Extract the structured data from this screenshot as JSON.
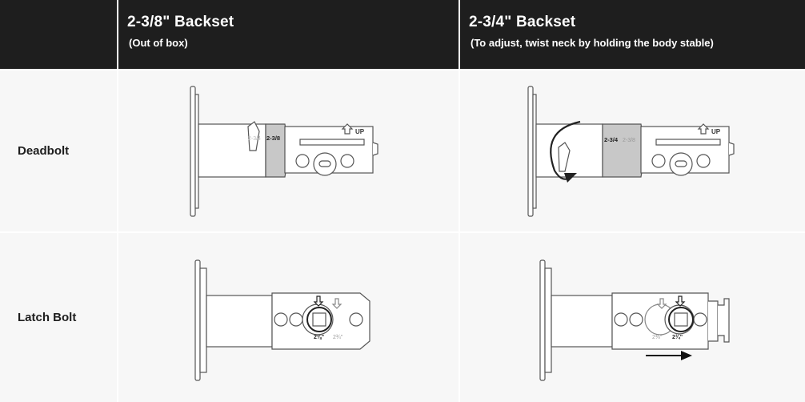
{
  "table": {
    "columns": [
      {
        "title": "2-3/8\" Backset",
        "subtitle": "(Out of box)"
      },
      {
        "title": "2-3/4\" Backset",
        "subtitle": "(To adjust, twist neck by holding the body stable)"
      }
    ],
    "rows": [
      {
        "label": "Deadbolt"
      },
      {
        "label": "Latch Bolt"
      }
    ]
  },
  "diagrams": {
    "deadbolt_short": {
      "collar": "2-3/8",
      "faded": "2-3/4",
      "up": "UP"
    },
    "deadbolt_long": {
      "collar": "2-3/4",
      "faded": "2-3/8",
      "up": "UP"
    },
    "latch_short": {
      "active": "2⅜\"",
      "inactive": "2¾\""
    },
    "latch_long": {
      "inactive": "2⅜\"",
      "active": "2¾\""
    }
  },
  "colors": {
    "header_bg": "#1e1e1e",
    "cell_bg": "#f7f7f7",
    "collar": "#c8c8c8"
  }
}
